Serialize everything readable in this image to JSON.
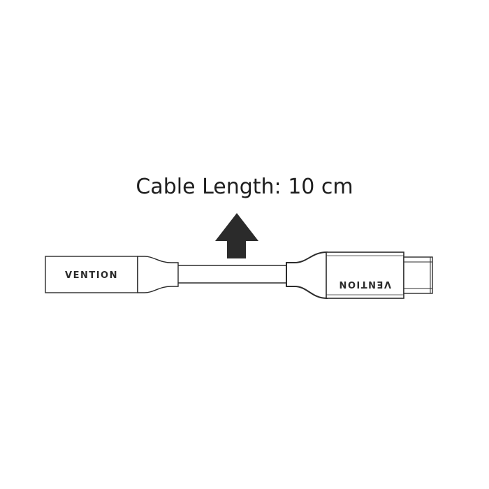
{
  "caption": {
    "label": "Cable Length: 10 cm"
  },
  "connectors": {
    "left": {
      "type": "female-socket",
      "brand_label": "VENTION",
      "label_orientation": "normal"
    },
    "right": {
      "type": "usb-c-plug",
      "brand_label": "VENTION",
      "label_orientation": "rotated-180"
    }
  },
  "indicator": {
    "icon": "arrow-up-icon",
    "color": "#2b2b2b"
  },
  "colors": {
    "background": "#ffffff",
    "outline": "#2b2b2b",
    "text": "#1e1e1e"
  }
}
